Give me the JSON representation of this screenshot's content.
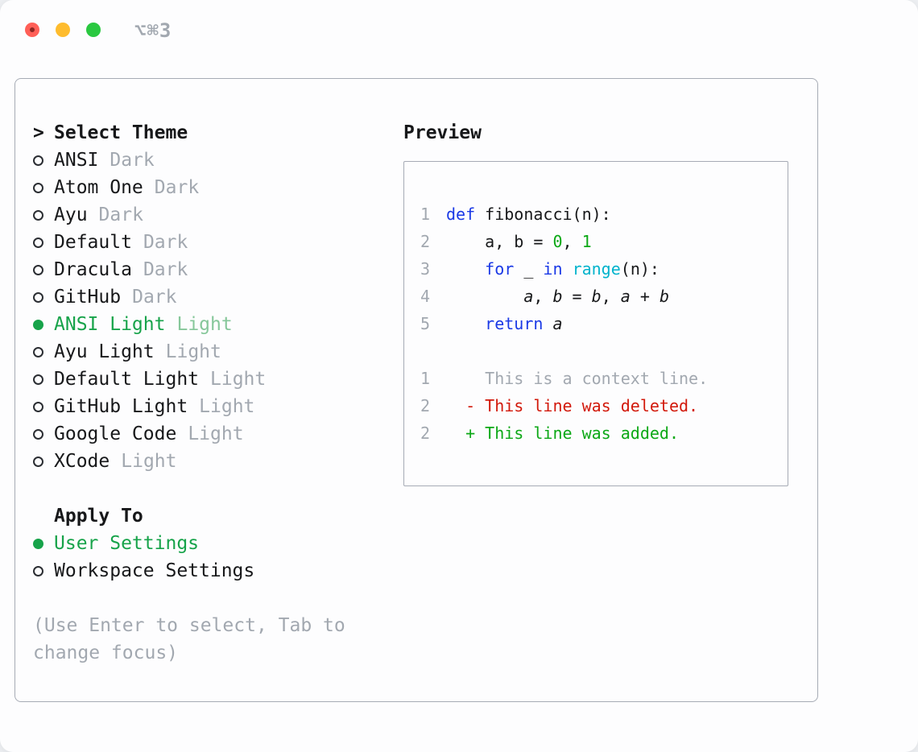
{
  "window": {
    "shortcut": "⌥⌘3",
    "controls": [
      "close",
      "minimize",
      "zoom"
    ]
  },
  "colors": {
    "accent-green": "#17a34a",
    "keyword-blue": "#1a39e6",
    "builtin-cyan": "#00b3cc",
    "code-green": "#0ca816",
    "diff-red": "#d2190b",
    "muted-gray": "#a2a8b0",
    "text": "#17181a",
    "border-gray": "#a6abb5",
    "traffic-red": "#ff5f57",
    "traffic-yellow": "#febc2e",
    "traffic-green": "#2ac840"
  },
  "theme_picker": {
    "prompt": ">",
    "title": "Select Theme",
    "items": [
      {
        "label": "ANSI",
        "variant": "Dark",
        "selected": false
      },
      {
        "label": "Atom One",
        "variant": "Dark",
        "selected": false
      },
      {
        "label": "Ayu",
        "variant": "Dark",
        "selected": false
      },
      {
        "label": "Default",
        "variant": "Dark",
        "selected": false
      },
      {
        "label": "Dracula",
        "variant": "Dark",
        "selected": false
      },
      {
        "label": "GitHub",
        "variant": "Dark",
        "selected": false
      },
      {
        "label": "ANSI Light",
        "variant": "Light",
        "selected": true
      },
      {
        "label": "Ayu Light",
        "variant": "Light",
        "selected": false
      },
      {
        "label": "Default Light",
        "variant": "Light",
        "selected": false
      },
      {
        "label": "GitHub Light",
        "variant": "Light",
        "selected": false
      },
      {
        "label": "Google Code",
        "variant": "Light",
        "selected": false
      },
      {
        "label": "XCode",
        "variant": "Light",
        "selected": false
      }
    ]
  },
  "apply_to": {
    "title": "Apply To",
    "options": [
      {
        "label": "User Settings",
        "selected": true
      },
      {
        "label": "Workspace Settings",
        "selected": false
      }
    ]
  },
  "hint": "(Use Enter to select, Tab to change focus)",
  "preview": {
    "title": "Preview",
    "code": {
      "line1": {
        "num": "1",
        "kw": "def",
        "rest": " fibonacci(n):"
      },
      "line2": {
        "num": "2",
        "t1": "    a, b = ",
        "n1": "0",
        "t2": ", ",
        "n2": "1"
      },
      "line3": {
        "num": "3",
        "t1": "    ",
        "k1": "for",
        "t2": " _ ",
        "k2": "in",
        "t3": " ",
        "fn": "range",
        "t4": "(n):"
      },
      "line4": {
        "num": "4",
        "t1": "        ",
        "v1": "a",
        "t2": ", ",
        "v2": "b",
        "t3": " = ",
        "v3": "b",
        "t4": ", ",
        "v4": "a",
        "t5": " + ",
        "v5": "b"
      },
      "line5": {
        "num": "5",
        "t1": "    ",
        "kw": "return",
        "t2": " ",
        "v1": "a"
      }
    },
    "diff": {
      "context": {
        "num": "1",
        "text": "    This is a context line."
      },
      "deleted": {
        "num": "2",
        "text": "  - This line was deleted."
      },
      "added": {
        "num": "2",
        "text": "  + This line was added."
      }
    }
  }
}
